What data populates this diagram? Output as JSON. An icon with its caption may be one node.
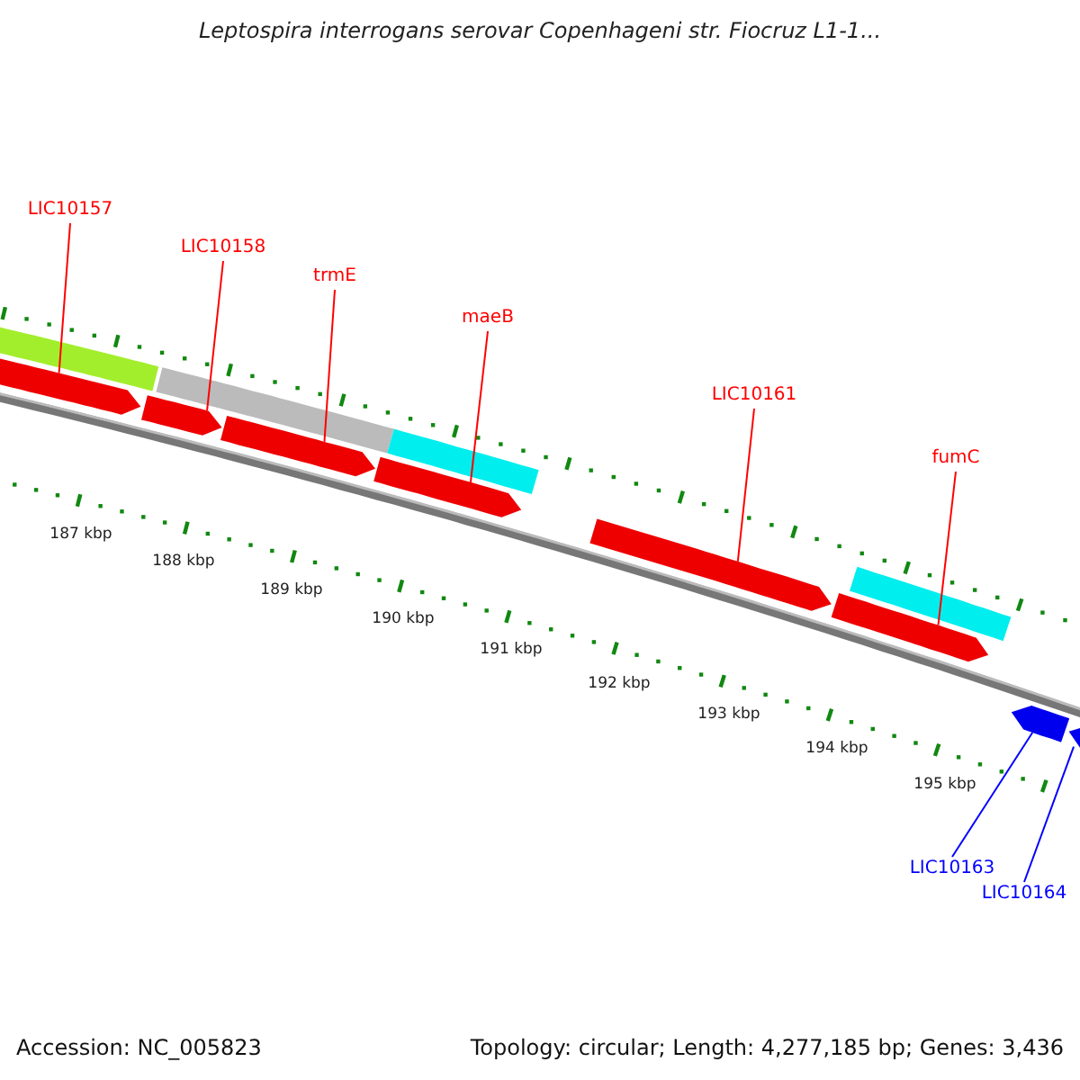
{
  "diagram": {
    "title": "Leptospira interrogans serovar Copenhageni str. Fiocruz L1-1...",
    "nodes": [
      {
        "text": [
          "LIC10157"
        ]
      },
      {
        "text": [
          "LIC10158"
        ]
      },
      {
        "text": [
          "trmE"
        ]
      },
      {
        "text": [
          "maeB"
        ]
      },
      {
        "text": [
          "LIC10161"
        ]
      },
      {
        "text": [
          "fumC"
        ]
      },
      {
        "text": [
          "LIC10163"
        ]
      },
      {
        "text": [
          "LIC10164"
        ]
      },
      {
        "text": [],
        "shape": "arrow"
      },
      {
        "text": [],
        "shape": "arrow"
      },
      {
        "text": [],
        "shape": "arrow"
      },
      {
        "text": [],
        "shape": "arrow"
      },
      {
        "text": [],
        "shape": "arrow"
      },
      {
        "text": [],
        "shape": "arrow"
      },
      {
        "text": [],
        "shape": "arrow"
      },
      {
        "text": [],
        "shape": "arrow"
      }
    ],
    "edges": [
      {
        "from": 0,
        "to": 8,
        "arrow": "none"
      },
      {
        "from": 1,
        "to": 9,
        "arrow": "none"
      },
      {
        "from": 2,
        "to": 10,
        "arrow": "none"
      },
      {
        "from": 3,
        "to": 11,
        "arrow": "none"
      },
      {
        "from": 4,
        "to": 12,
        "arrow": "none"
      },
      {
        "from": 5,
        "to": 13,
        "arrow": "none"
      },
      {
        "from": 6,
        "to": 14,
        "arrow": "none",
        "color": "#0000ff"
      },
      {
        "from": 7,
        "to": 15,
        "arrow": "none",
        "color": "#0000ff"
      }
    ],
    "labels": [
      "187 kbp",
      "188 kbp",
      "189 kbp",
      "190 kbp",
      "191 kbp",
      "192 kbp",
      "193 kbp",
      "194 kbp",
      "195 kbp",
      "Accession: NC_005823",
      "Topology: circular; Length: 4,277,185 bp; Genes: 3,436"
    ]
  }
}
